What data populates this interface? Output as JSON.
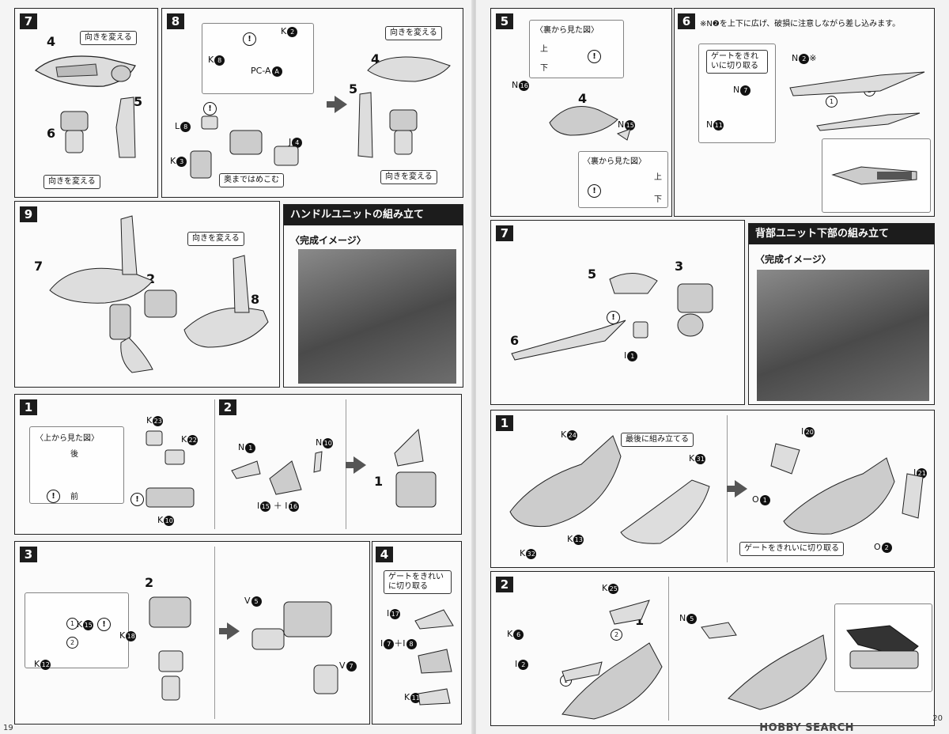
{
  "left_page": {
    "page_number": "19",
    "s7": {
      "step": "7",
      "p4": "4",
      "p5": "5",
      "p6": "6",
      "callout_top": "向きを変える",
      "callout_bottom": "向きを変える"
    },
    "s8": {
      "step": "8",
      "k2": "K",
      "k2n": "2",
      "k8": "K",
      "k8n": "8",
      "pca": "PC-A",
      "pcan": "A",
      "l8": "L",
      "l8n": "8",
      "k3": "K",
      "k3n": "3",
      "j4": "J",
      "j4n": "4",
      "push_callout": "奥まではめこむ",
      "r4": "4",
      "r5": "5",
      "callout_top": "向きを変える",
      "callout_bottom": "向きを変える"
    },
    "s9": {
      "step": "9",
      "p7": "7",
      "p2": "2",
      "p8": "8",
      "callout": "向きを変える"
    },
    "handle": {
      "title": "ハンドルユニットの組み立て",
      "image_title": "〈完成イメージ〉"
    },
    "a1": {
      "step": "1",
      "top_view": "〈上から見た図〉",
      "back": "後",
      "front": "前",
      "k23": "K",
      "k23n": "23",
      "k22": "K",
      "k22n": "22",
      "k10": "K",
      "k10n": "10"
    },
    "a2": {
      "step": "2",
      "n1": "N",
      "n1n": "1",
      "n10": "N",
      "n10n": "10",
      "i15": "I",
      "i15n": "15",
      "plus": "＋",
      "i16": "I",
      "i16n": "16",
      "r1": "1"
    },
    "a3": {
      "step": "3",
      "k15": "K",
      "k15n": "15",
      "k18": "K",
      "k18n": "18",
      "k12": "K",
      "k12n": "12",
      "c1": "1",
      "c2": "2",
      "p2": "2",
      "v5": "V",
      "v5n": "5",
      "v7": "V",
      "v7n": "7"
    },
    "a4": {
      "step": "4",
      "gate": "ゲートをきれいに切り取る",
      "i17": "I",
      "i17n": "17",
      "i7": "I",
      "i7n": "7",
      "plus": "＋",
      "i8": "I",
      "i8n": "8",
      "k11": "K",
      "k11n": "11"
    }
  },
  "right_page": {
    "page_number": "20",
    "watermark": "HOBBY SEARCH",
    "r5": {
      "step": "5",
      "back_view_1": "〈裏から見た図〉",
      "up": "上",
      "down": "下",
      "n16": "N",
      "n16n": "16",
      "p4": "4",
      "n15": "N",
      "n15n": "15",
      "back_view_2": "〈裏から見た図〉",
      "up2": "上",
      "down2": "下"
    },
    "r6": {
      "step": "6",
      "note": "※N❷を上下に広げ、破損に注意しながら差し込みます。",
      "gate": "ゲートをきれいに切り取る",
      "n2": "N",
      "n2n": "2",
      "asterisk": "※",
      "n7": "N",
      "n7n": "7",
      "n11": "N",
      "n11n": "11",
      "c1": "1",
      "c2": "2"
    },
    "r7": {
      "step": "7",
      "p5": "5",
      "p3": "3",
      "p6": "6",
      "i1": "I",
      "i1n": "1"
    },
    "back": {
      "title": "背部ユニット下部の組み立て",
      "image_title": "〈完成イメージ〉"
    },
    "b1": {
      "step": "1",
      "k24": "K",
      "k24n": "24",
      "last": "最後に組み立てる",
      "k31": "K",
      "k31n": "31",
      "k13": "K",
      "k13n": "13",
      "k32": "K",
      "k32n": "32",
      "i20": "I",
      "i20n": "20",
      "i21": "I",
      "i21n": "21",
      "o1": "O",
      "o1n": "1",
      "o2": "O",
      "o2n": "2",
      "gate": "ゲートをきれいに切り取る"
    },
    "b2": {
      "step": "2",
      "k25": "K",
      "k25n": "25",
      "p1": "1",
      "k6": "K",
      "k6n": "6",
      "i2": "I",
      "i2n": "2",
      "c1": "1",
      "c2": "2",
      "n5": "N",
      "n5n": "5"
    }
  }
}
